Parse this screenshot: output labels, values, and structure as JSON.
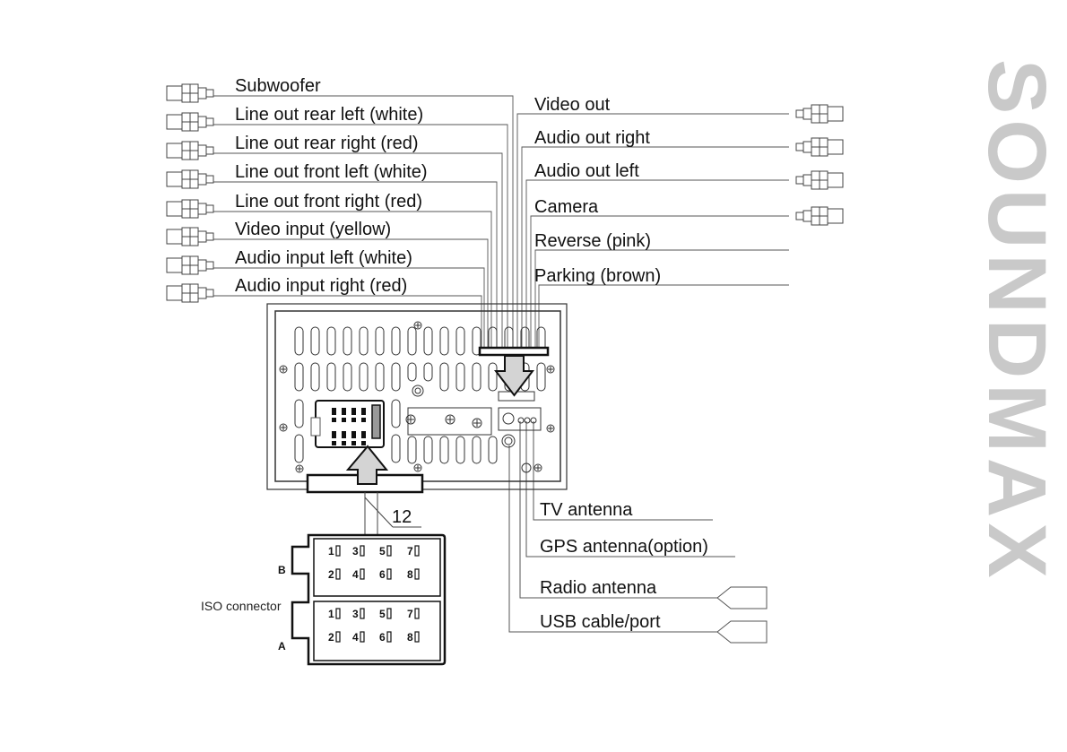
{
  "brand": "SOUNDMAX",
  "left_connectors": [
    "Subwoofer",
    "Line out rear left (white)",
    "Line out rear right (red)",
    "Line out front left (white)",
    "Line out front right (red)",
    "Video input (yellow)",
    "Audio input left (white)",
    "Audio input right (red)"
  ],
  "right_connectors": [
    {
      "label": "Video out",
      "plug": true
    },
    {
      "label": "Audio out right",
      "plug": true
    },
    {
      "label": "Audio out left",
      "plug": true
    },
    {
      "label": "Camera",
      "plug": true
    },
    {
      "label": "Reverse (pink)",
      "plug": false
    },
    {
      "label": "Parking (brown)",
      "plug": false
    }
  ],
  "bottom_connectors": [
    {
      "label": "TV antenna",
      "plug": false
    },
    {
      "label": "GPS antenna(option)",
      "plug": false
    },
    {
      "label": "Radio antenna",
      "plug": true
    },
    {
      "label": "USB cable/port",
      "plug": true
    }
  ],
  "iso": {
    "label": "ISO connector",
    "block_b": "B",
    "block_a": "A",
    "pins": [
      "1",
      "3",
      "5",
      "7",
      "2",
      "4",
      "6",
      "8"
    ],
    "wire_count": "12"
  }
}
